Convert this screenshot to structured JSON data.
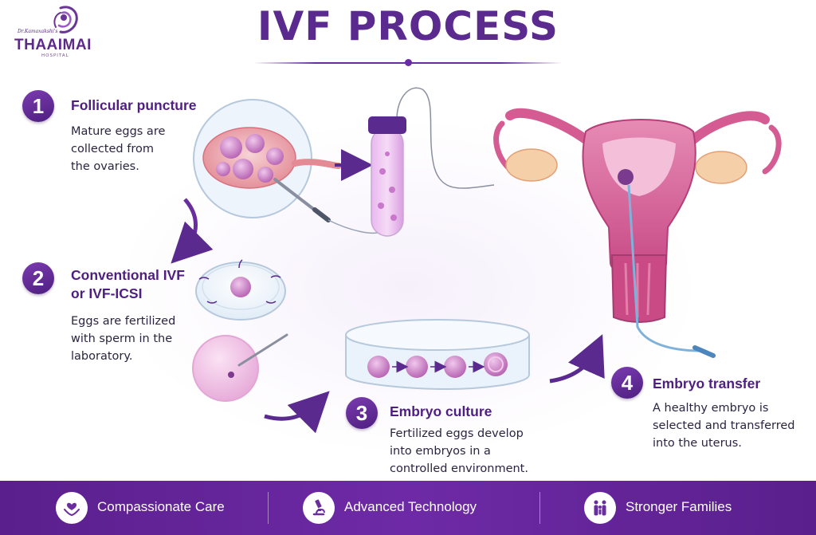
{
  "logo": {
    "small_text": "Dr.Kamaxakshi's",
    "name": "THAAIMAI",
    "subtitle": "HOSPITAL",
    "icon": "mother-child-icon",
    "color": "#5b2a86"
  },
  "title": "IVF PROCESS",
  "colors": {
    "primary": "#5a2a8e",
    "accent": "#7b3bb0",
    "footer": "#6e2aa6"
  },
  "steps": [
    {
      "number": "1",
      "title": "Follicular puncture",
      "text_lines": [
        "Mature eggs are",
        "collected from",
        "the ovaries."
      ]
    },
    {
      "number": "2",
      "title_lines": [
        "Conventional IVF",
        "or IVF-ICSI"
      ],
      "text_lines": [
        "Eggs are fertilized",
        "with sperm in the",
        "laboratory."
      ]
    },
    {
      "number": "3",
      "title": "Embryo culture",
      "text_lines": [
        "Fertilized eggs develop",
        "into embryos in a",
        "controlled environment."
      ]
    },
    {
      "number": "4",
      "title": "Embryo transfer",
      "text_lines": [
        "A healthy embryo is",
        "selected and transferred",
        "into the uterus."
      ]
    }
  ],
  "footer": {
    "items": [
      {
        "label": "Compassionate Care",
        "icon": "heart-hands-icon"
      },
      {
        "label": "Advanced Technology",
        "icon": "microscope-icon"
      },
      {
        "label": "Stronger Families",
        "icon": "family-icon"
      }
    ]
  }
}
